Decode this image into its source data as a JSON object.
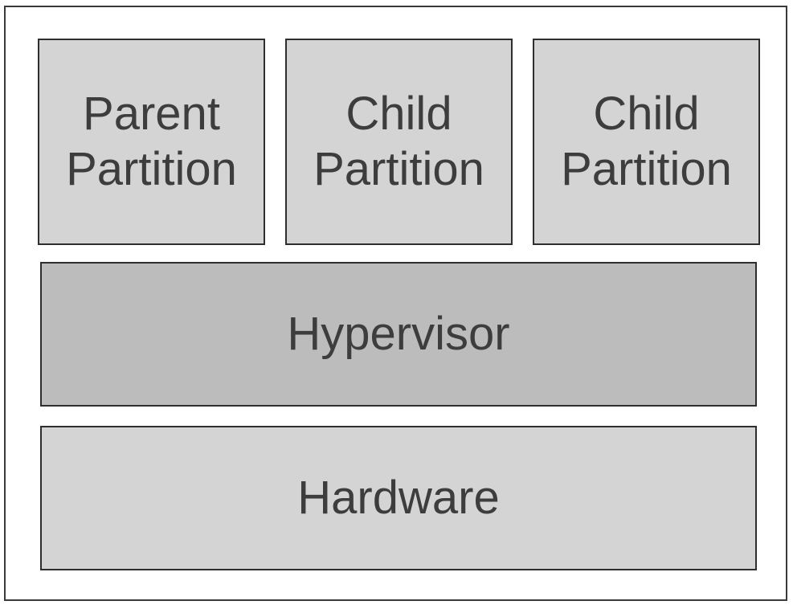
{
  "diagram": {
    "partitions": [
      {
        "label": "Parent\nPartition"
      },
      {
        "label": "Child\nPartition"
      },
      {
        "label": "Child\nPartition"
      }
    ],
    "hypervisor": {
      "label": "Hypervisor"
    },
    "hardware": {
      "label": "Hardware"
    },
    "colors": {
      "partition_fill": "#d4d4d5",
      "hypervisor_fill": "#bcbcbd",
      "hardware_fill": "#d4d4d5",
      "border": "#2e2e2e",
      "text": "#3d3d3d"
    }
  }
}
